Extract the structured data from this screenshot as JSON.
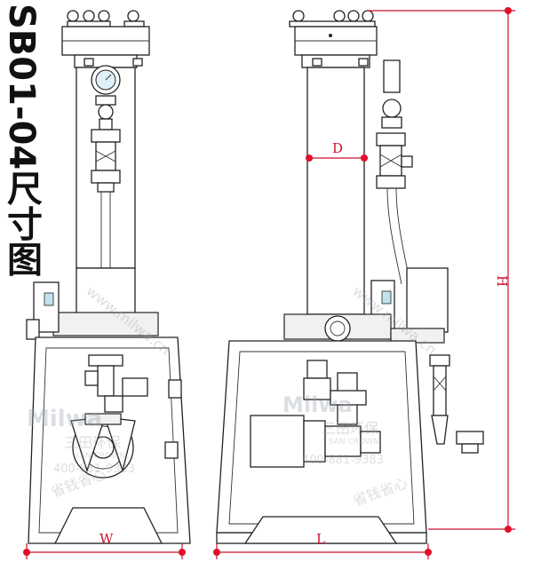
{
  "title": "SB01-04尺寸图",
  "dimensions": {
    "width_label": "W",
    "length_label": "L",
    "height_label": "H",
    "diameter_label": "D"
  },
  "watermark": {
    "brand": "Milwa",
    "company_cn": "三田环保",
    "company_en": "SAN CROWN",
    "phone": "400-881-9383",
    "url": "www.milwa.cn",
    "slogan": "省钱省心"
  },
  "colors": {
    "dimension_red": "#c8102e",
    "line": "#222222"
  }
}
